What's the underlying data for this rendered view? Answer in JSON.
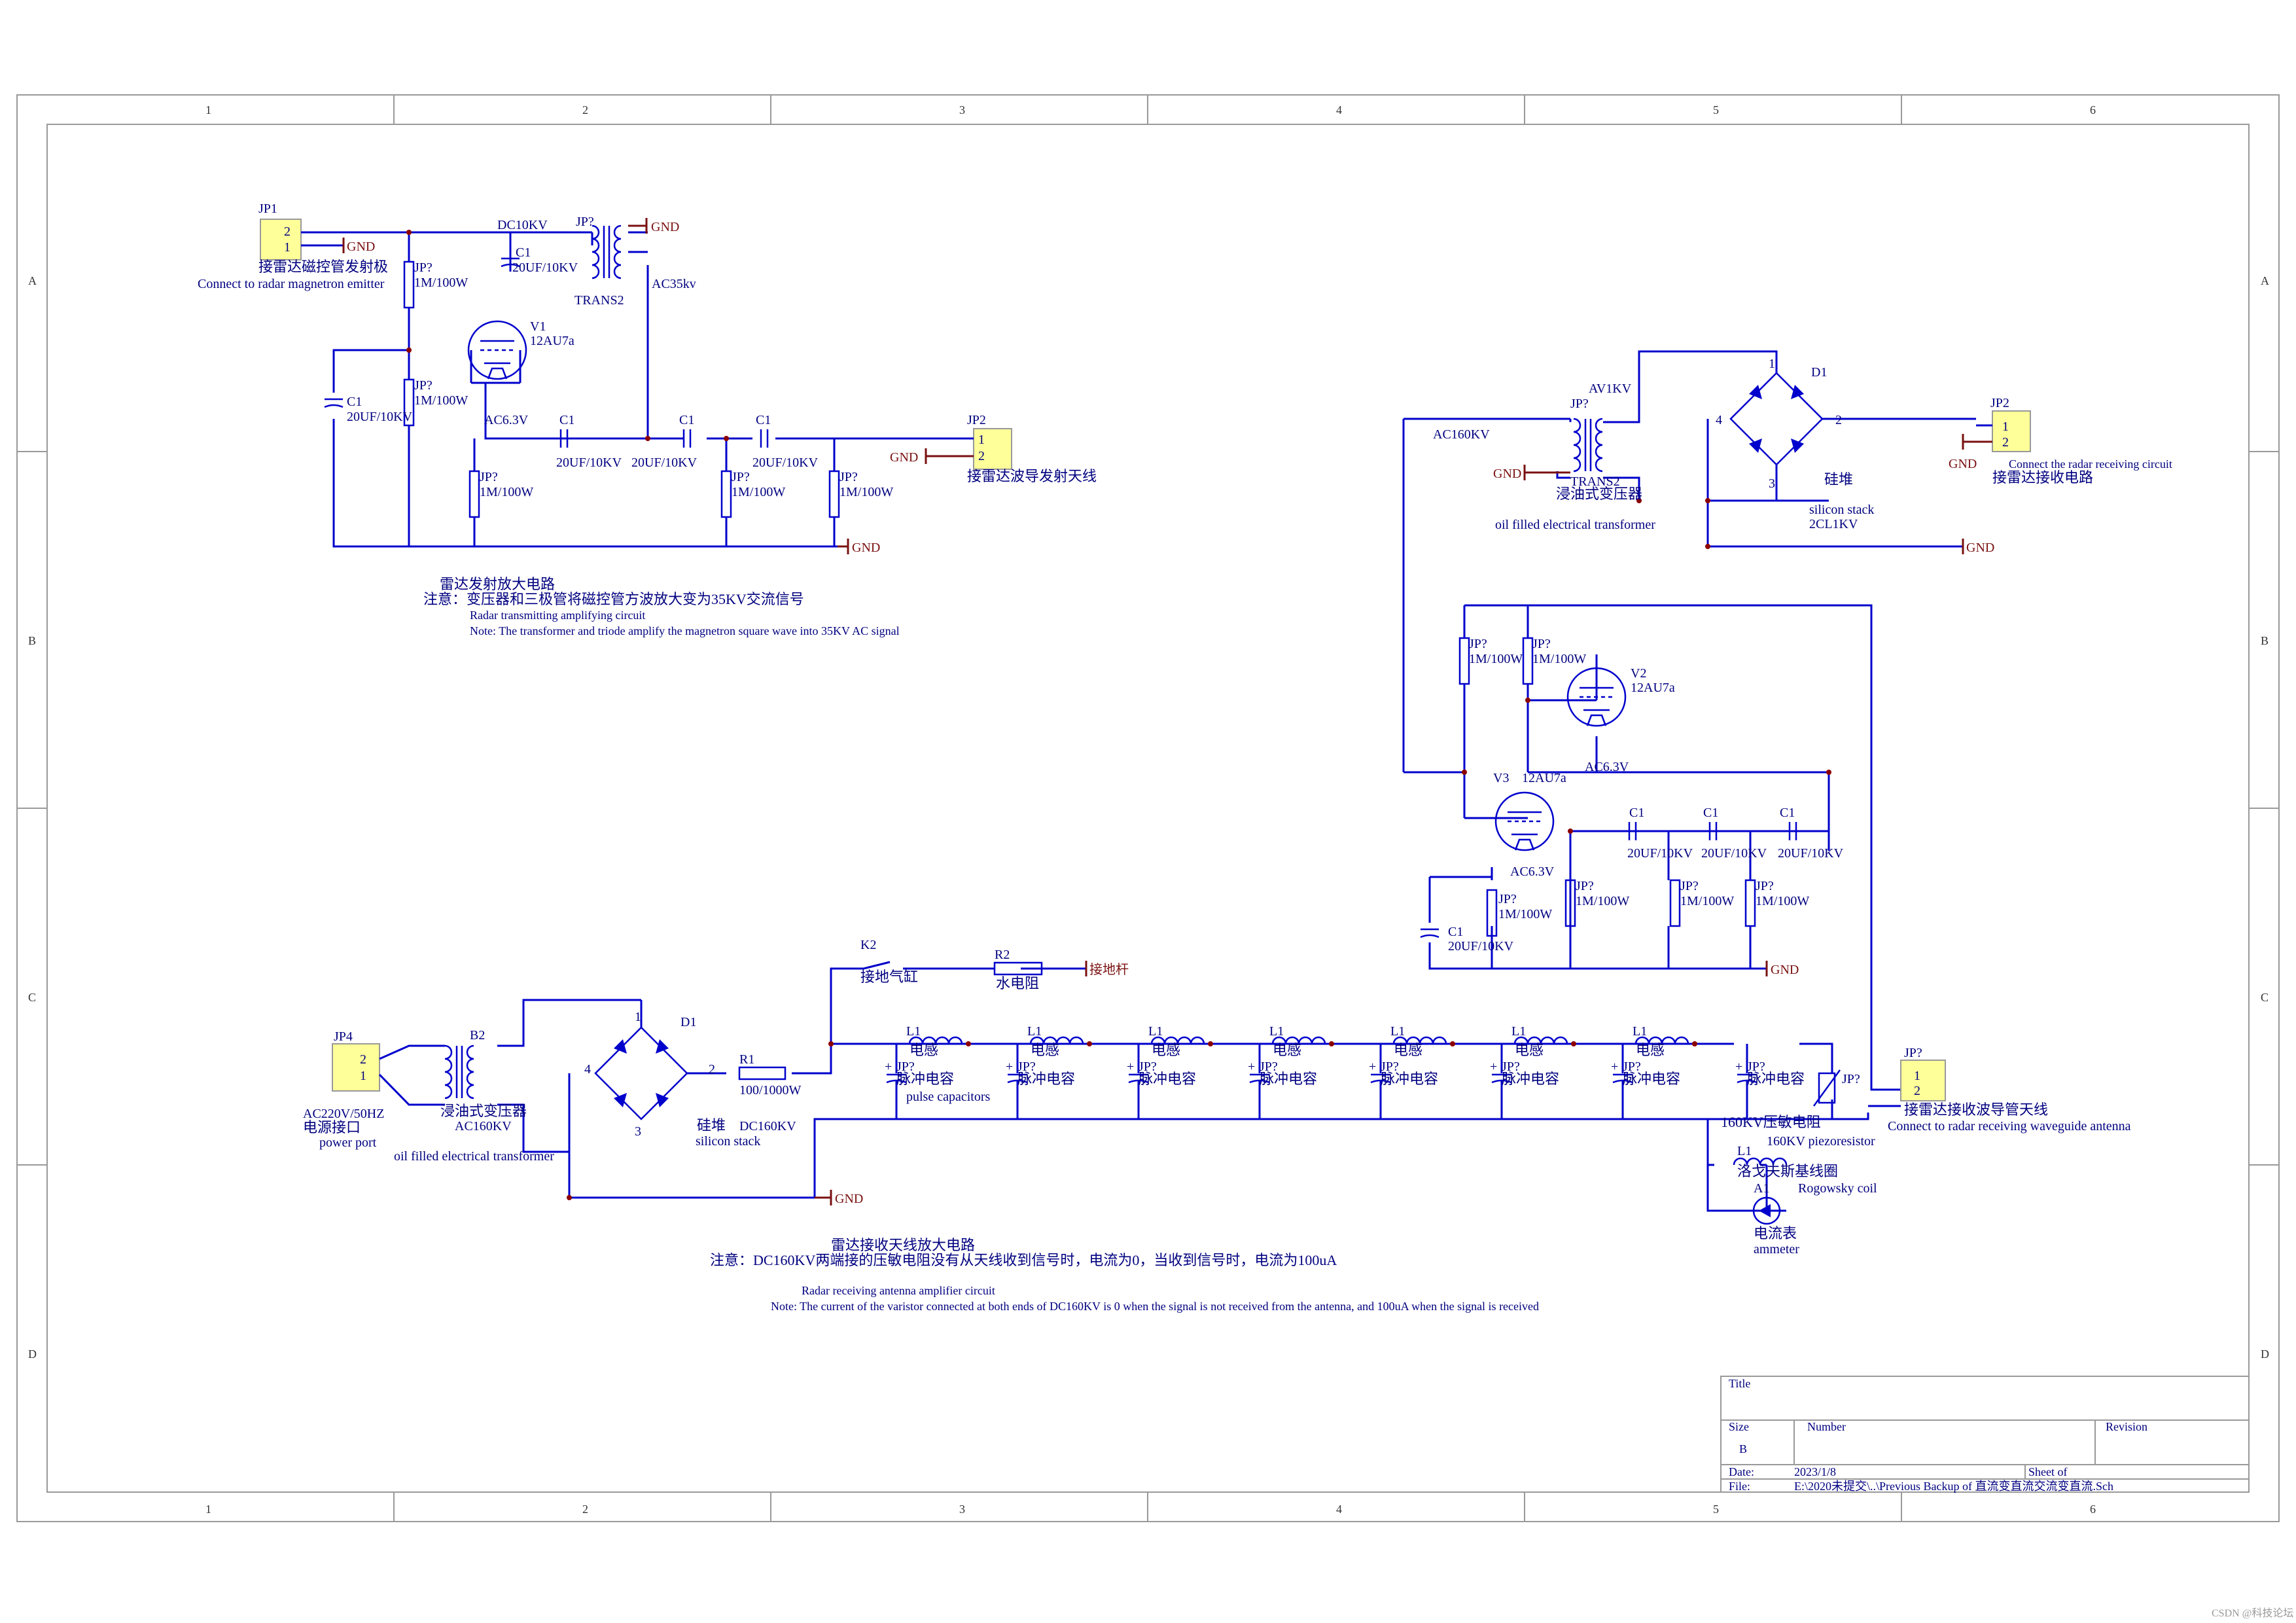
{
  "zones": {
    "columns": [
      "1",
      "2",
      "3",
      "4",
      "5",
      "6"
    ],
    "rows": [
      "A",
      "B",
      "C",
      "D"
    ]
  },
  "transmit": {
    "jp1": {
      "ref": "JP1",
      "pin2": "2",
      "pin1": "1",
      "cn": "接雷达磁控管发射极",
      "en": "Connect to radar magnetron emitter"
    },
    "jp2": {
      "ref": "JP2",
      "pin1": "1",
      "pin2": "2",
      "cn": "接雷达波导发射天线"
    },
    "dc10kv": "DC10KV",
    "trans_ref": "JP?",
    "trans_name": "TRANS2",
    "ac35": "AC35kv",
    "c1_top": {
      "ref": "C1",
      "val": "20UF/10KV"
    },
    "r_top": {
      "ref": "JP?",
      "val": "1M/100W"
    },
    "v1": {
      "ref": "V1",
      "type": "12AU7a"
    },
    "r_mid": {
      "ref": "JP?",
      "val": "1M/100W"
    },
    "c_left": {
      "ref": "C1",
      "val": "20UF/10KV"
    },
    "ac63": "AC6.3V",
    "cA": {
      "ref": "C1",
      "val": "20UF/10KV"
    },
    "cB": {
      "ref": "C1",
      "val": "20UF/10KV"
    },
    "cC": {
      "ref": "C1",
      "val": "20UF/10KV"
    },
    "r_b1": {
      "ref": "JP?",
      "val": "1M/100W"
    },
    "r_b2": {
      "ref": "JP?",
      "val": "1M/100W"
    },
    "r_b3": {
      "ref": "JP?",
      "val": "1M/100W"
    },
    "gnd": "GND",
    "title_cn": "雷达发射放大电路",
    "note_cn": "注意：变压器和三极管将磁控管方波放大变为35KV交流信号",
    "title_en": "Radar transmitting amplifying circuit",
    "note_en": "Note: The transformer and triode amplify the magnetron square wave into 35KV AC signal"
  },
  "receiveTR": {
    "ac160": "AC160KV",
    "trans_ref": "JP?",
    "trans_val": "AV1KV",
    "trans_name": "TRANS2",
    "trans_cn": "浸油式变压器",
    "trans_en": "oil filled electrical transformer",
    "d1": "D1",
    "stack_cn": "硅堆",
    "stack_en": "silicon stack",
    "stack_val": "2CL1KV",
    "pin4": "4",
    "pin2": "2",
    "pin1": "1",
    "pin3": "3",
    "jp2": {
      "ref": "JP2",
      "pin1": "1",
      "pin2": "2",
      "en": "Connect the radar receiving circuit",
      "cn": "接雷达接收电路"
    },
    "gnd": "GND"
  },
  "amp2": {
    "r1": {
      "ref": "JP?",
      "val": "1M/100W"
    },
    "r2": {
      "ref": "JP?",
      "val": "1M/100W"
    },
    "v2": {
      "ref": "V2",
      "type": "12AU7a"
    },
    "ac63a": "AC6.3V",
    "v3": {
      "ref": "V3",
      "type": "12AU7a"
    },
    "ac63b": "AC6.3V",
    "c1": {
      "ref": "C1",
      "val": "20UF/10KV"
    },
    "c2": {
      "ref": "C1",
      "val": "20UF/10KV"
    },
    "c3": {
      "ref": "C1",
      "val": "20UF/10KV"
    },
    "cL": {
      "ref": "C1",
      "val": "20UF/10KV"
    },
    "rb0": {
      "ref": "JP?",
      "val": "1M/100W"
    },
    "rb1": {
      "ref": "JP?",
      "val": "1M/100W"
    },
    "rb2": {
      "ref": "JP?",
      "val": "1M/100W"
    },
    "rb3": {
      "ref": "JP?",
      "val": "1M/100W"
    },
    "gnd": "GND"
  },
  "bottom": {
    "jp4": {
      "ref": "JP4",
      "pin2": "2",
      "pin1": "1",
      "l1": "AC220V/50HZ",
      "l2": "电源接口",
      "l3": "power port"
    },
    "b2": {
      "ref": "B2",
      "cn": "浸油式变压器",
      "val": "AC160KV",
      "en": "oil filled electrical transformer"
    },
    "d1": {
      "ref": "D1",
      "pin4": "4",
      "pin2": "2",
      "pin1": "1",
      "pin3": "3",
      "cn": "硅堆",
      "val": "DC160KV",
      "en": "silicon stack"
    },
    "r1": {
      "ref": "R1",
      "val": "100/1000W"
    },
    "k2": {
      "ref": "K2",
      "cn": "接地气缸"
    },
    "r2": {
      "ref": "R2",
      "cn": "水电阻"
    },
    "ground_rod": "接地杆",
    "inductor": {
      "ref": "L1",
      "cn": "电感"
    },
    "cap": {
      "ref": "JP?",
      "cn": "脉冲电容"
    },
    "pulse_en": "pulse capacitors",
    "piezo": {
      "ref": "JP?",
      "cn": "160KV压敏电阻",
      "en": "160KV piezoresistor"
    },
    "rog": {
      "ref": "L1",
      "cn": "洛戈夫斯基线圈",
      "en": "Rogowsky coil"
    },
    "ammeter": {
      "ref": "A1",
      "cn": "电流表",
      "en": "ammeter"
    },
    "jp_ant": {
      "ref": "JP?",
      "pin1": "1",
      "pin2": "2",
      "cn": "接雷达接收波导管天线",
      "en": "Connect to radar receiving waveguide antenna"
    },
    "gnd": "GND",
    "title_cn": "雷达接收天线放大电路",
    "note_cn": "注意：DC160KV两端接的压敏电阻没有从天线收到信号时，电流为0，当收到信号时，电流为100uA",
    "title_en": "Radar receiving antenna amplifier circuit",
    "note_en": "Note: The current of the varistor connected at both ends of DC160KV is 0 when the signal is not received from the antenna, and 100uA when the signal is received"
  },
  "titleblock": {
    "title": "Title",
    "size": "Size",
    "size_val": "B",
    "number": "Number",
    "revision": "Revision",
    "date": "Date:",
    "date_val": "2023/1/8",
    "sheet": "Sheet    of",
    "file": "File:",
    "file_val": "E:\\2020未提交\\..\\Previous Backup of  直流变直流交流变直流.Sch"
  },
  "watermark": "CSDN @科技论坛"
}
